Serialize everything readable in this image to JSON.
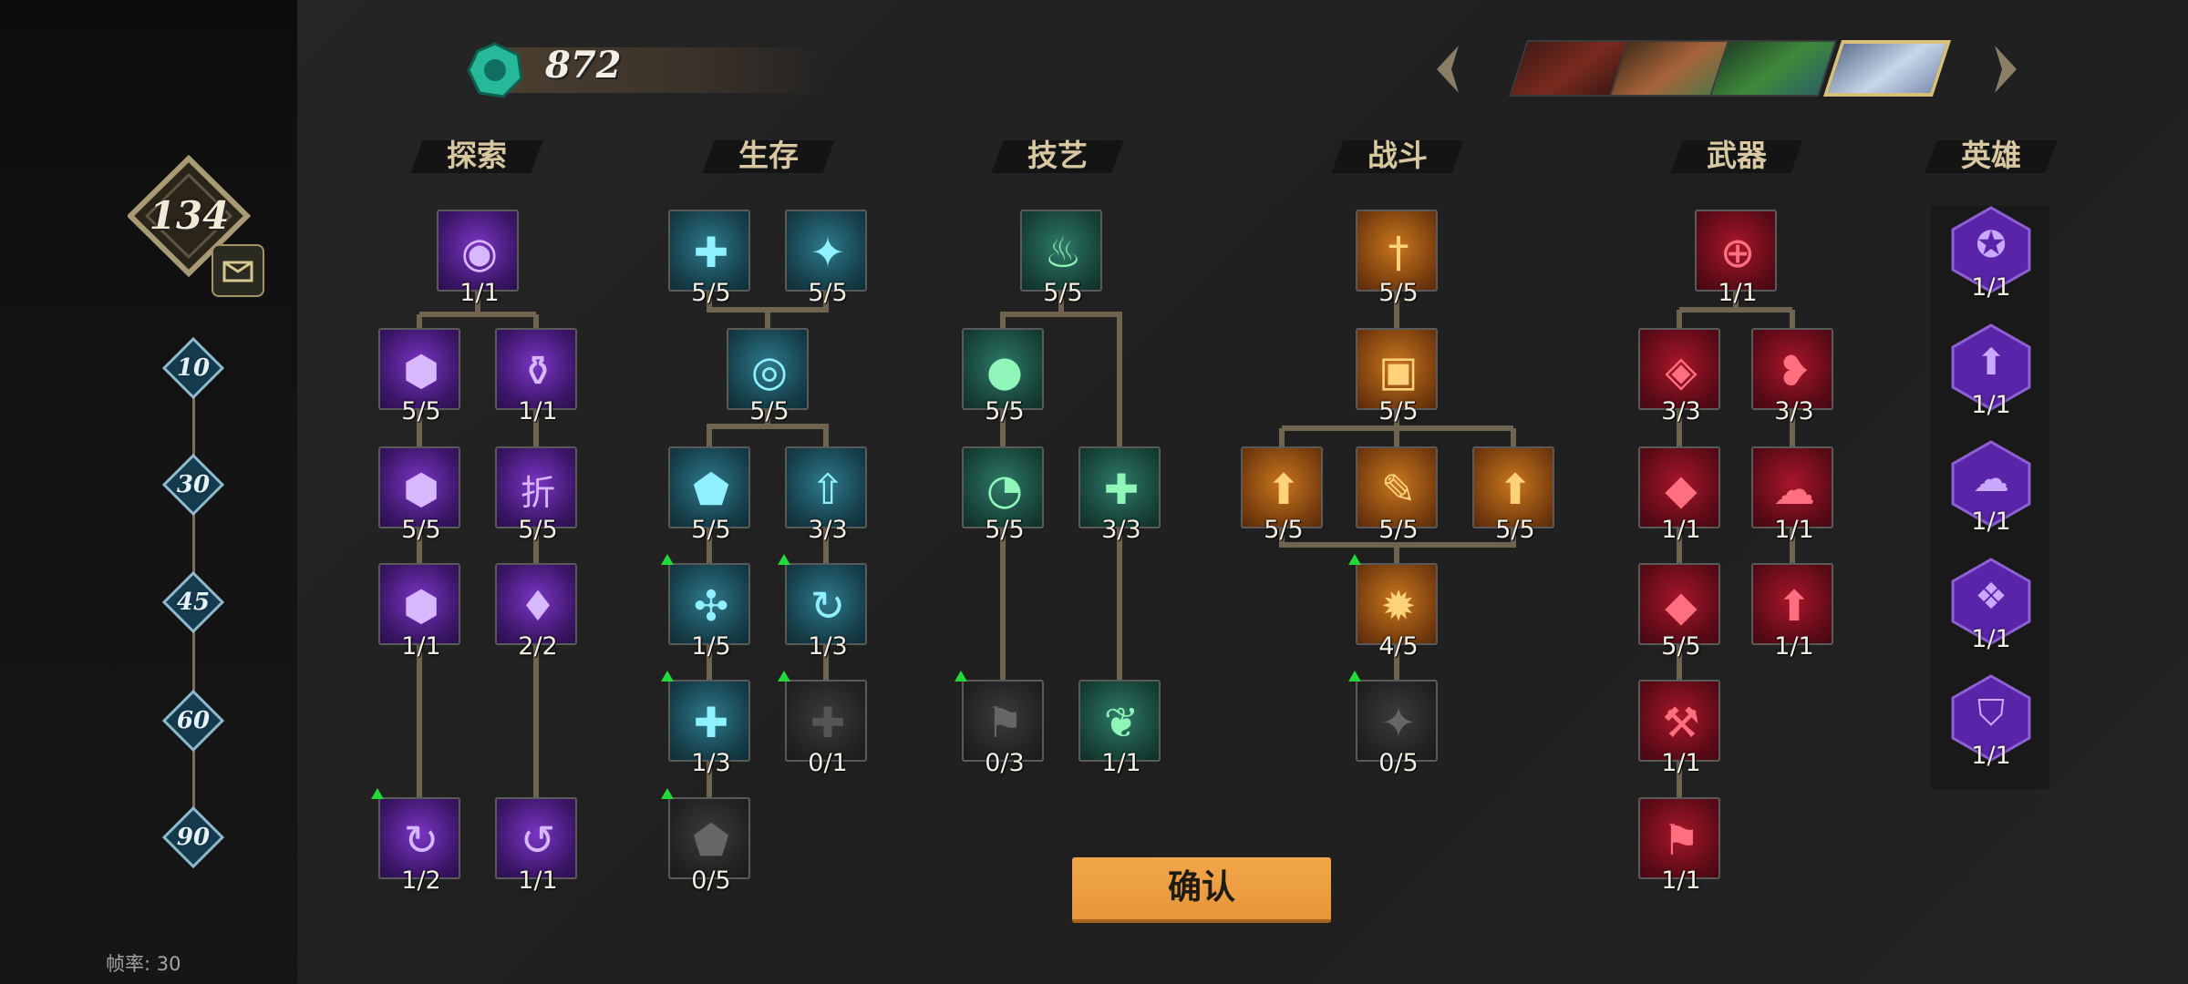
{
  "player": {
    "level": "134",
    "fps_label": "帧率: 30",
    "milestones": [
      "10",
      "30",
      "45",
      "60",
      "90"
    ]
  },
  "currency": {
    "gems": "872",
    "icon": "teal-gem-icon"
  },
  "categories": [
    "探索",
    "生存",
    "技艺",
    "战斗",
    "武器",
    "英雄"
  ],
  "nodes": {
    "explore": [
      {
        "count": "1/1",
        "glyph": "◉"
      },
      {
        "count": "5/5",
        "glyph": "⬢"
      },
      {
        "count": "1/1",
        "glyph": "⚱"
      },
      {
        "count": "5/5",
        "glyph": "⬢"
      },
      {
        "count": "5/5",
        "glyph": "折"
      },
      {
        "count": "1/1",
        "glyph": "⬢"
      },
      {
        "count": "2/2",
        "glyph": "♦"
      },
      {
        "count": "1/2",
        "glyph": "↻"
      },
      {
        "count": "1/1",
        "glyph": "↺"
      }
    ],
    "survive": [
      {
        "count": "5/5",
        "glyph": "✚"
      },
      {
        "count": "5/5",
        "glyph": "✦"
      },
      {
        "count": "5/5",
        "glyph": "◎"
      },
      {
        "count": "5/5",
        "glyph": "⬟"
      },
      {
        "count": "3/3",
        "glyph": "⇧"
      },
      {
        "count": "1/5",
        "glyph": "✣"
      },
      {
        "count": "1/3",
        "glyph": "↻"
      },
      {
        "count": "1/3",
        "glyph": "✚"
      },
      {
        "count": "0/1",
        "glyph": "✚"
      },
      {
        "count": "0/5",
        "glyph": "⬟"
      }
    ],
    "craft": [
      {
        "count": "5/5",
        "glyph": "♨"
      },
      {
        "count": "5/5",
        "glyph": "●"
      },
      {
        "count": "5/5",
        "glyph": "◔"
      },
      {
        "count": "3/3",
        "glyph": "✚"
      },
      {
        "count": "0/3",
        "glyph": "⚑"
      },
      {
        "count": "1/1",
        "glyph": "❦"
      }
    ],
    "combat": [
      {
        "count": "5/5",
        "glyph": "†"
      },
      {
        "count": "5/5",
        "glyph": "▣"
      },
      {
        "count": "5/5",
        "glyph": "⬆"
      },
      {
        "count": "5/5",
        "glyph": "✎"
      },
      {
        "count": "5/5",
        "glyph": "⬆"
      },
      {
        "count": "4/5",
        "glyph": "✹"
      },
      {
        "count": "0/5",
        "glyph": "✦"
      }
    ],
    "weapon": [
      {
        "count": "1/1",
        "glyph": "⊕"
      },
      {
        "count": "3/3",
        "glyph": "◈"
      },
      {
        "count": "3/3",
        "glyph": "❥"
      },
      {
        "count": "1/1",
        "glyph": "◆"
      },
      {
        "count": "1/1",
        "glyph": "☁"
      },
      {
        "count": "5/5",
        "glyph": "◆"
      },
      {
        "count": "1/1",
        "glyph": "⬆"
      },
      {
        "count": "1/1",
        "glyph": "⚒"
      },
      {
        "count": "1/1",
        "glyph": "⚑"
      }
    ],
    "hero": [
      {
        "count": "1/1",
        "glyph": "✪"
      },
      {
        "count": "1/1",
        "glyph": "⬆"
      },
      {
        "count": "1/1",
        "glyph": "☁"
      },
      {
        "count": "1/1",
        "glyph": "❖"
      },
      {
        "count": "1/1",
        "glyph": "⛉"
      }
    ]
  },
  "actions": {
    "confirm": "确认"
  },
  "colors": {
    "accent": "#e8963a",
    "line": "#7d6f54"
  }
}
